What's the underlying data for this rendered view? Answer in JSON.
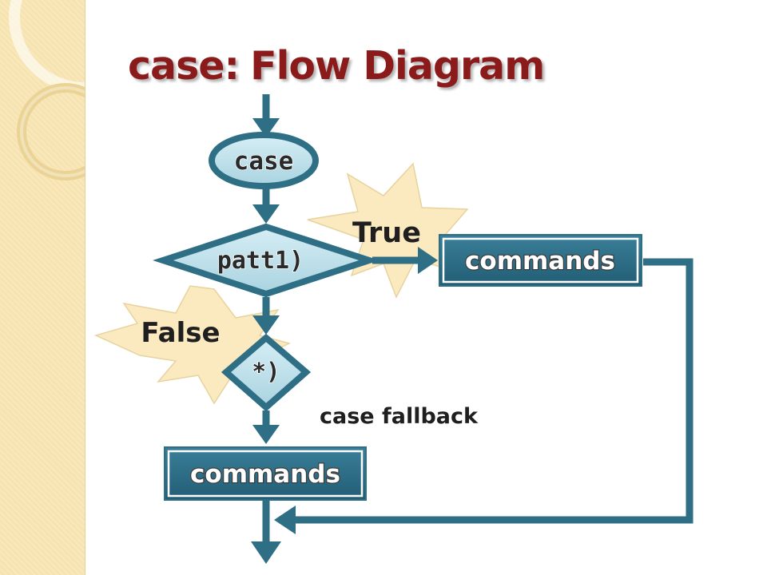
{
  "title": {
    "part1": "case:",
    "part2": "Flow Diagram"
  },
  "nodes": {
    "start": "case",
    "pattern": "patt1)",
    "fallback": "*)",
    "commands_true": "commands",
    "commands_fallback": "commands"
  },
  "labels": {
    "true": "True",
    "false": "False",
    "fallback_note": "case fallback"
  },
  "colors": {
    "title": "#8b1a1a",
    "flow": "#2e6f86",
    "node_fill": "#bfe0ea",
    "burst": "#fbe9c0",
    "side_panel": "#f6e3b0"
  }
}
